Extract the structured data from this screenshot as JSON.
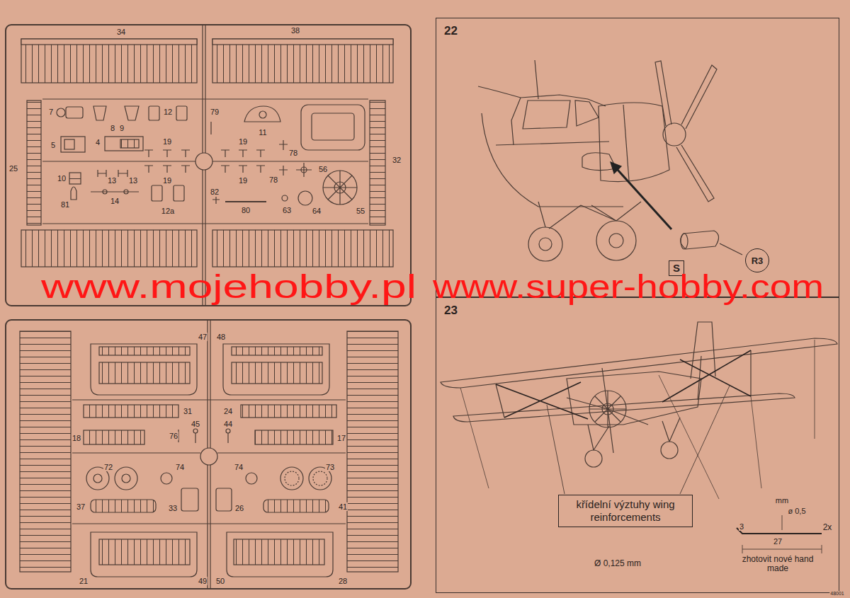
{
  "diagram": {
    "nodes": [
      {
        "text": [
          "22"
        ]
      },
      {
        "text": [
          "S"
        ],
        "in": 0
      },
      {
        "text": [
          "R3"
        ],
        "in": 0
      },
      {
        "text": [
          "23"
        ]
      },
      {
        "text": [
          "křídelní výztuhy wing reinforcements"
        ],
        "in": 3
      }
    ],
    "labels": [
      "34",
      "38",
      "7",
      "8",
      "9",
      "12",
      "79",
      "11",
      "5",
      "4",
      "19",
      "19",
      "78",
      "25",
      "32",
      "10",
      "13",
      "13",
      "19",
      "19",
      "78",
      "56",
      "82",
      "81",
      "14",
      "12a",
      "80",
      "63",
      "64",
      "55",
      "47",
      "48",
      "31",
      "24",
      "45",
      "44",
      "18",
      "76",
      "17",
      "72",
      "74",
      "74",
      "73",
      "37",
      "33",
      "26",
      "41",
      "21",
      "49",
      "50",
      "28",
      "www.mojehobby.pl",
      "www.super-hobby.com",
      "Ø 0,125 mm",
      "mm",
      "ø 0,5",
      "3",
      "27",
      "2x",
      "zhotovit nové hand made",
      "48001"
    ]
  }
}
